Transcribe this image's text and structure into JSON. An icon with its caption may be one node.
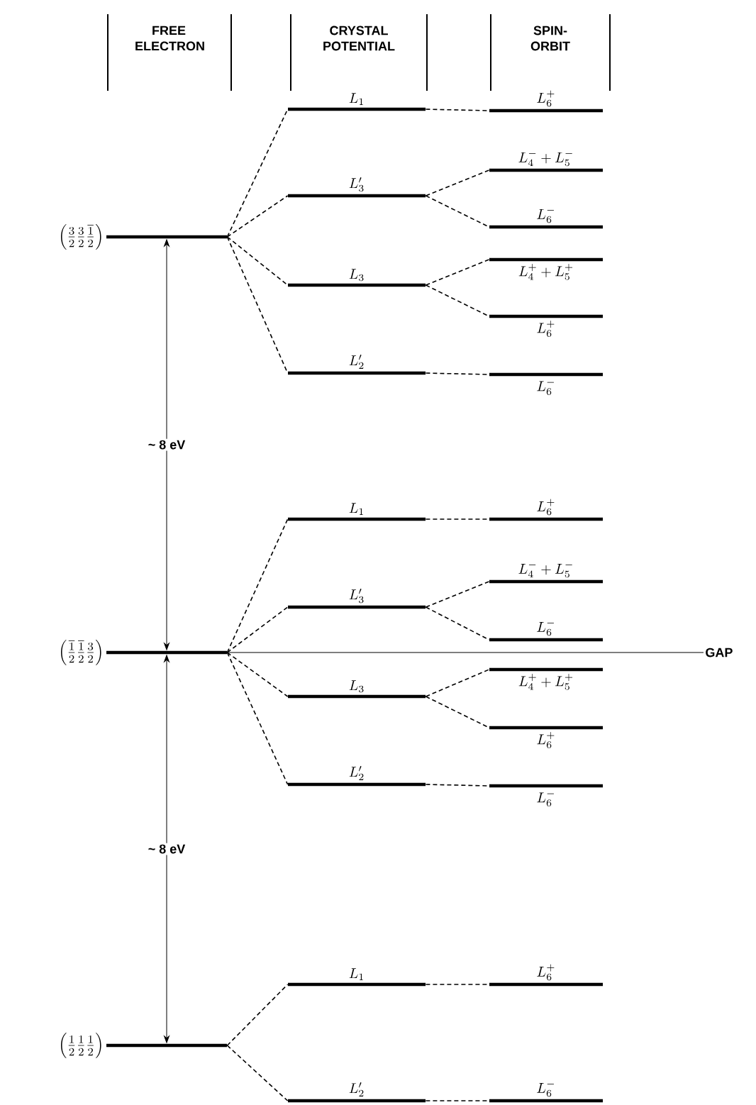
{
  "diagram": {
    "nodes": [
      {
        "text": [
          "\\left(\\frac{3}{2}\\frac{3}{2}\\frac{\\overline{1}}{2}\\right)"
        ]
      },
      {
        "text": [
          "L_{1}"
        ]
      },
      {
        "text": [
          "L_{6}^{+}"
        ]
      },
      {
        "text": [
          "L_{3}^{\\prime}"
        ]
      },
      {
        "text": [
          "L_{4}^{-}+L_{5}^{-}"
        ]
      },
      {
        "text": [
          "L_{6}^{-}"
        ]
      },
      {
        "text": [
          "L_{3}"
        ]
      },
      {
        "text": [
          "L_{4}^{+}+L_{5}^{+}"
        ]
      },
      {
        "text": [
          "L_{6}^{+}"
        ]
      },
      {
        "text": [
          "L_{2}^{\\prime}"
        ]
      },
      {
        "text": [
          "L_{6}^{-}"
        ]
      },
      {
        "text": [
          "\\left(\\frac{\\overline{1}}{2}\\frac{\\overline{1}}{2}\\frac{3}{2}\\right)"
        ]
      },
      {
        "text": [
          "L_{1}"
        ]
      },
      {
        "text": [
          "L_{6}^{+}"
        ]
      },
      {
        "text": [
          "L_{3}^{\\prime}"
        ]
      },
      {
        "text": [
          "L_{4}^{-}+L_{5}^{-}"
        ]
      },
      {
        "text": [
          "L_{6}^{-}"
        ]
      },
      {
        "text": [
          "L_{3}"
        ]
      },
      {
        "text": [
          "L_{4}^{+}+L_{5}^{+}"
        ]
      },
      {
        "text": [
          "L_{6}^{+}"
        ]
      },
      {
        "text": [
          "L_{2}^{\\prime}"
        ]
      },
      {
        "text": [
          "L_{6}^{-}"
        ]
      },
      {
        "text": [
          "\\left(\\frac{1}{2}\\frac{1}{2}\\frac{1}{2}\\right)"
        ]
      },
      {
        "text": [
          "L_{1}"
        ]
      },
      {
        "text": [
          "L_{6}^{+}"
        ]
      },
      {
        "text": [
          "L_{2}^{\\prime}"
        ]
      },
      {
        "text": [
          "L_{6}^{-}"
        ]
      },
      {
        "text": [
          "GAP"
        ]
      }
    ],
    "edges": [
      {
        "from": 0,
        "to": 1,
        "arrow": "none",
        "style": "dashed"
      },
      {
        "from": 0,
        "to": 3,
        "arrow": "none",
        "style": "dashed"
      },
      {
        "from": 0,
        "to": 6,
        "arrow": "none",
        "style": "dashed"
      },
      {
        "from": 0,
        "to": 9,
        "arrow": "none",
        "style": "dashed"
      },
      {
        "from": 1,
        "to": 2,
        "arrow": "none",
        "style": "dashed"
      },
      {
        "from": 3,
        "to": 4,
        "arrow": "none",
        "style": "dashed"
      },
      {
        "from": 3,
        "to": 5,
        "arrow": "none",
        "style": "dashed"
      },
      {
        "from": 6,
        "to": 7,
        "arrow": "none",
        "style": "dashed"
      },
      {
        "from": 6,
        "to": 8,
        "arrow": "none",
        "style": "dashed"
      },
      {
        "from": 9,
        "to": 10,
        "arrow": "none",
        "style": "dashed"
      },
      {
        "from": 11,
        "to": 12,
        "arrow": "none",
        "style": "dashed"
      },
      {
        "from": 11,
        "to": 14,
        "arrow": "none",
        "style": "dashed"
      },
      {
        "from": 11,
        "to": 17,
        "arrow": "none",
        "style": "dashed"
      },
      {
        "from": 11,
        "to": 20,
        "arrow": "none",
        "style": "dashed"
      },
      {
        "from": 12,
        "to": 13,
        "arrow": "none",
        "style": "dashed"
      },
      {
        "from": 14,
        "to": 15,
        "arrow": "none",
        "style": "dashed"
      },
      {
        "from": 14,
        "to": 16,
        "arrow": "none",
        "style": "dashed"
      },
      {
        "from": 17,
        "to": 18,
        "arrow": "none",
        "style": "dashed"
      },
      {
        "from": 17,
        "to": 19,
        "arrow": "none",
        "style": "dashed"
      },
      {
        "from": 20,
        "to": 21,
        "arrow": "none",
        "style": "dashed"
      },
      {
        "from": 22,
        "to": 23,
        "arrow": "none",
        "style": "dashed"
      },
      {
        "from": 22,
        "to": 25,
        "arrow": "none",
        "style": "dashed"
      },
      {
        "from": 23,
        "to": 24,
        "arrow": "none",
        "style": "dashed"
      },
      {
        "from": 25,
        "to": 26,
        "arrow": "none",
        "style": "dashed"
      },
      {
        "from": 11,
        "to": 27,
        "arrow": "none"
      },
      {
        "from": 0,
        "to": 11,
        "arrow": "both",
        "label": "~ 8 eV"
      },
      {
        "from": 11,
        "to": 22,
        "arrow": "both",
        "label": "~ 8 eV"
      }
    ],
    "labels": [
      "FREE ELECTRON",
      "CRYSTAL POTENTIAL",
      "SPIN-ORBIT"
    ]
  }
}
